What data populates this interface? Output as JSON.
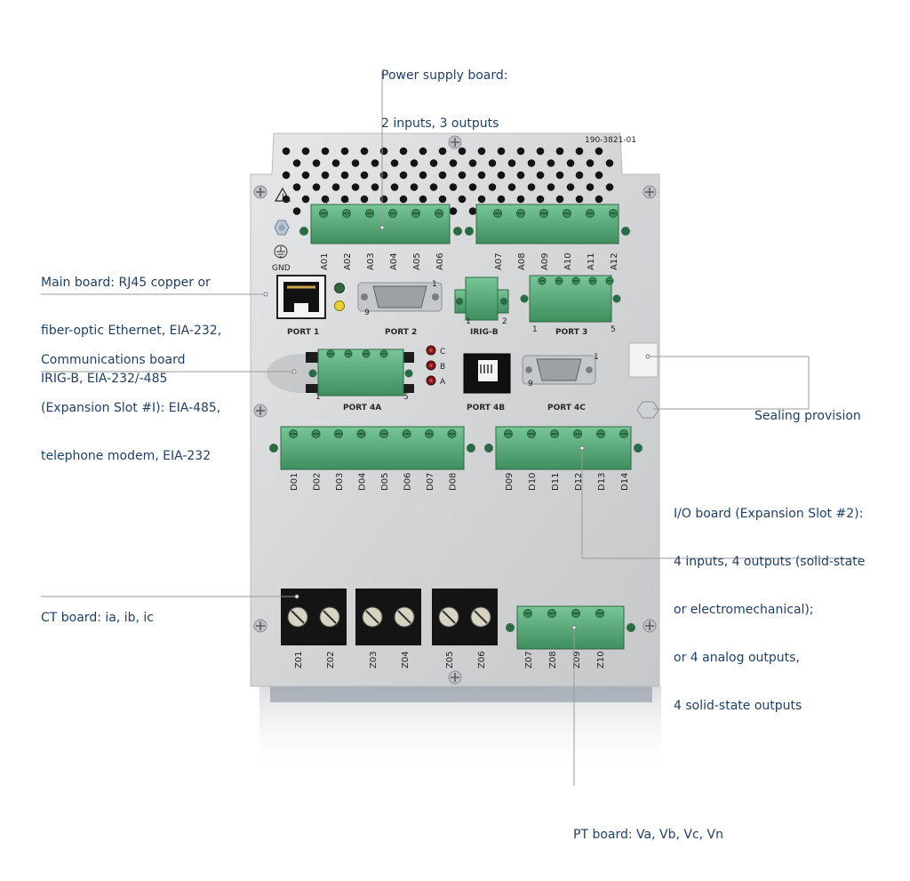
{
  "callouts": {
    "power_supply": [
      "Power supply board:",
      "2 inputs, 3 outputs"
    ],
    "main_board": [
      "Main board: RJ45 copper or",
      "fiber-optic Ethernet, EIA-232,",
      "IRIG-B, EIA-232/-485"
    ],
    "comms_board": [
      "Communications board",
      "(Expansion Slot #I): EIA-485,",
      "telephone modem, EIA-232"
    ],
    "sealing": [
      "Sealing provision"
    ],
    "io_board": [
      "I/O board (Expansion Slot #2):",
      "4 inputs, 4 outputs (solid-state",
      "or electromechanical);",
      "or 4 analog outputs,",
      "4 solid-state outputs"
    ],
    "ct_board": [
      "CT board: ia, ib, ic"
    ],
    "pt_board": [
      "PT board: Va, Vb, Vc, Vn"
    ]
  },
  "panel": {
    "part_number": "190-3821-01",
    "gnd_label": "GND",
    "port_labels": {
      "port1": "PORT 1",
      "port2": "PORT 2",
      "irigb": "IRIG-B",
      "port3": "PORT 3",
      "port4a": "PORT 4A",
      "port4b": "PORT 4B",
      "port4c": "PORT 4C"
    },
    "pin_numbers": {
      "port2_left": "9",
      "port2_right": "1",
      "irigb_left": "1",
      "irigb_right": "2",
      "port3_left": "1",
      "port3_right": "5",
      "port4a_left": "1",
      "port4a_right": "5",
      "port4c_left": "9",
      "port4c_right": "1"
    },
    "led_labels": [
      "C",
      "B",
      "A"
    ],
    "polarity": [
      "+",
      "-"
    ],
    "a_terminals": [
      "A01",
      "A02",
      "A03",
      "A04",
      "A05",
      "A06",
      "A07",
      "A08",
      "A09",
      "A10",
      "A11",
      "A12"
    ],
    "d_terminals": [
      "D01",
      "D02",
      "D03",
      "D04",
      "D05",
      "D06",
      "D07",
      "D08",
      "D09",
      "D10",
      "D11",
      "D12",
      "D13",
      "D14"
    ],
    "z_terminals": [
      "Z01",
      "Z02",
      "Z03",
      "Z04",
      "Z05",
      "Z06"
    ],
    "pt_terminals": [
      "Z07",
      "Z08",
      "Z09",
      "Z10"
    ],
    "colors": {
      "connector_green": "#5cae7c",
      "panel": "#d9dbdc",
      "label_blue": "#1f3f66",
      "leader": "#9a9a9a"
    }
  }
}
